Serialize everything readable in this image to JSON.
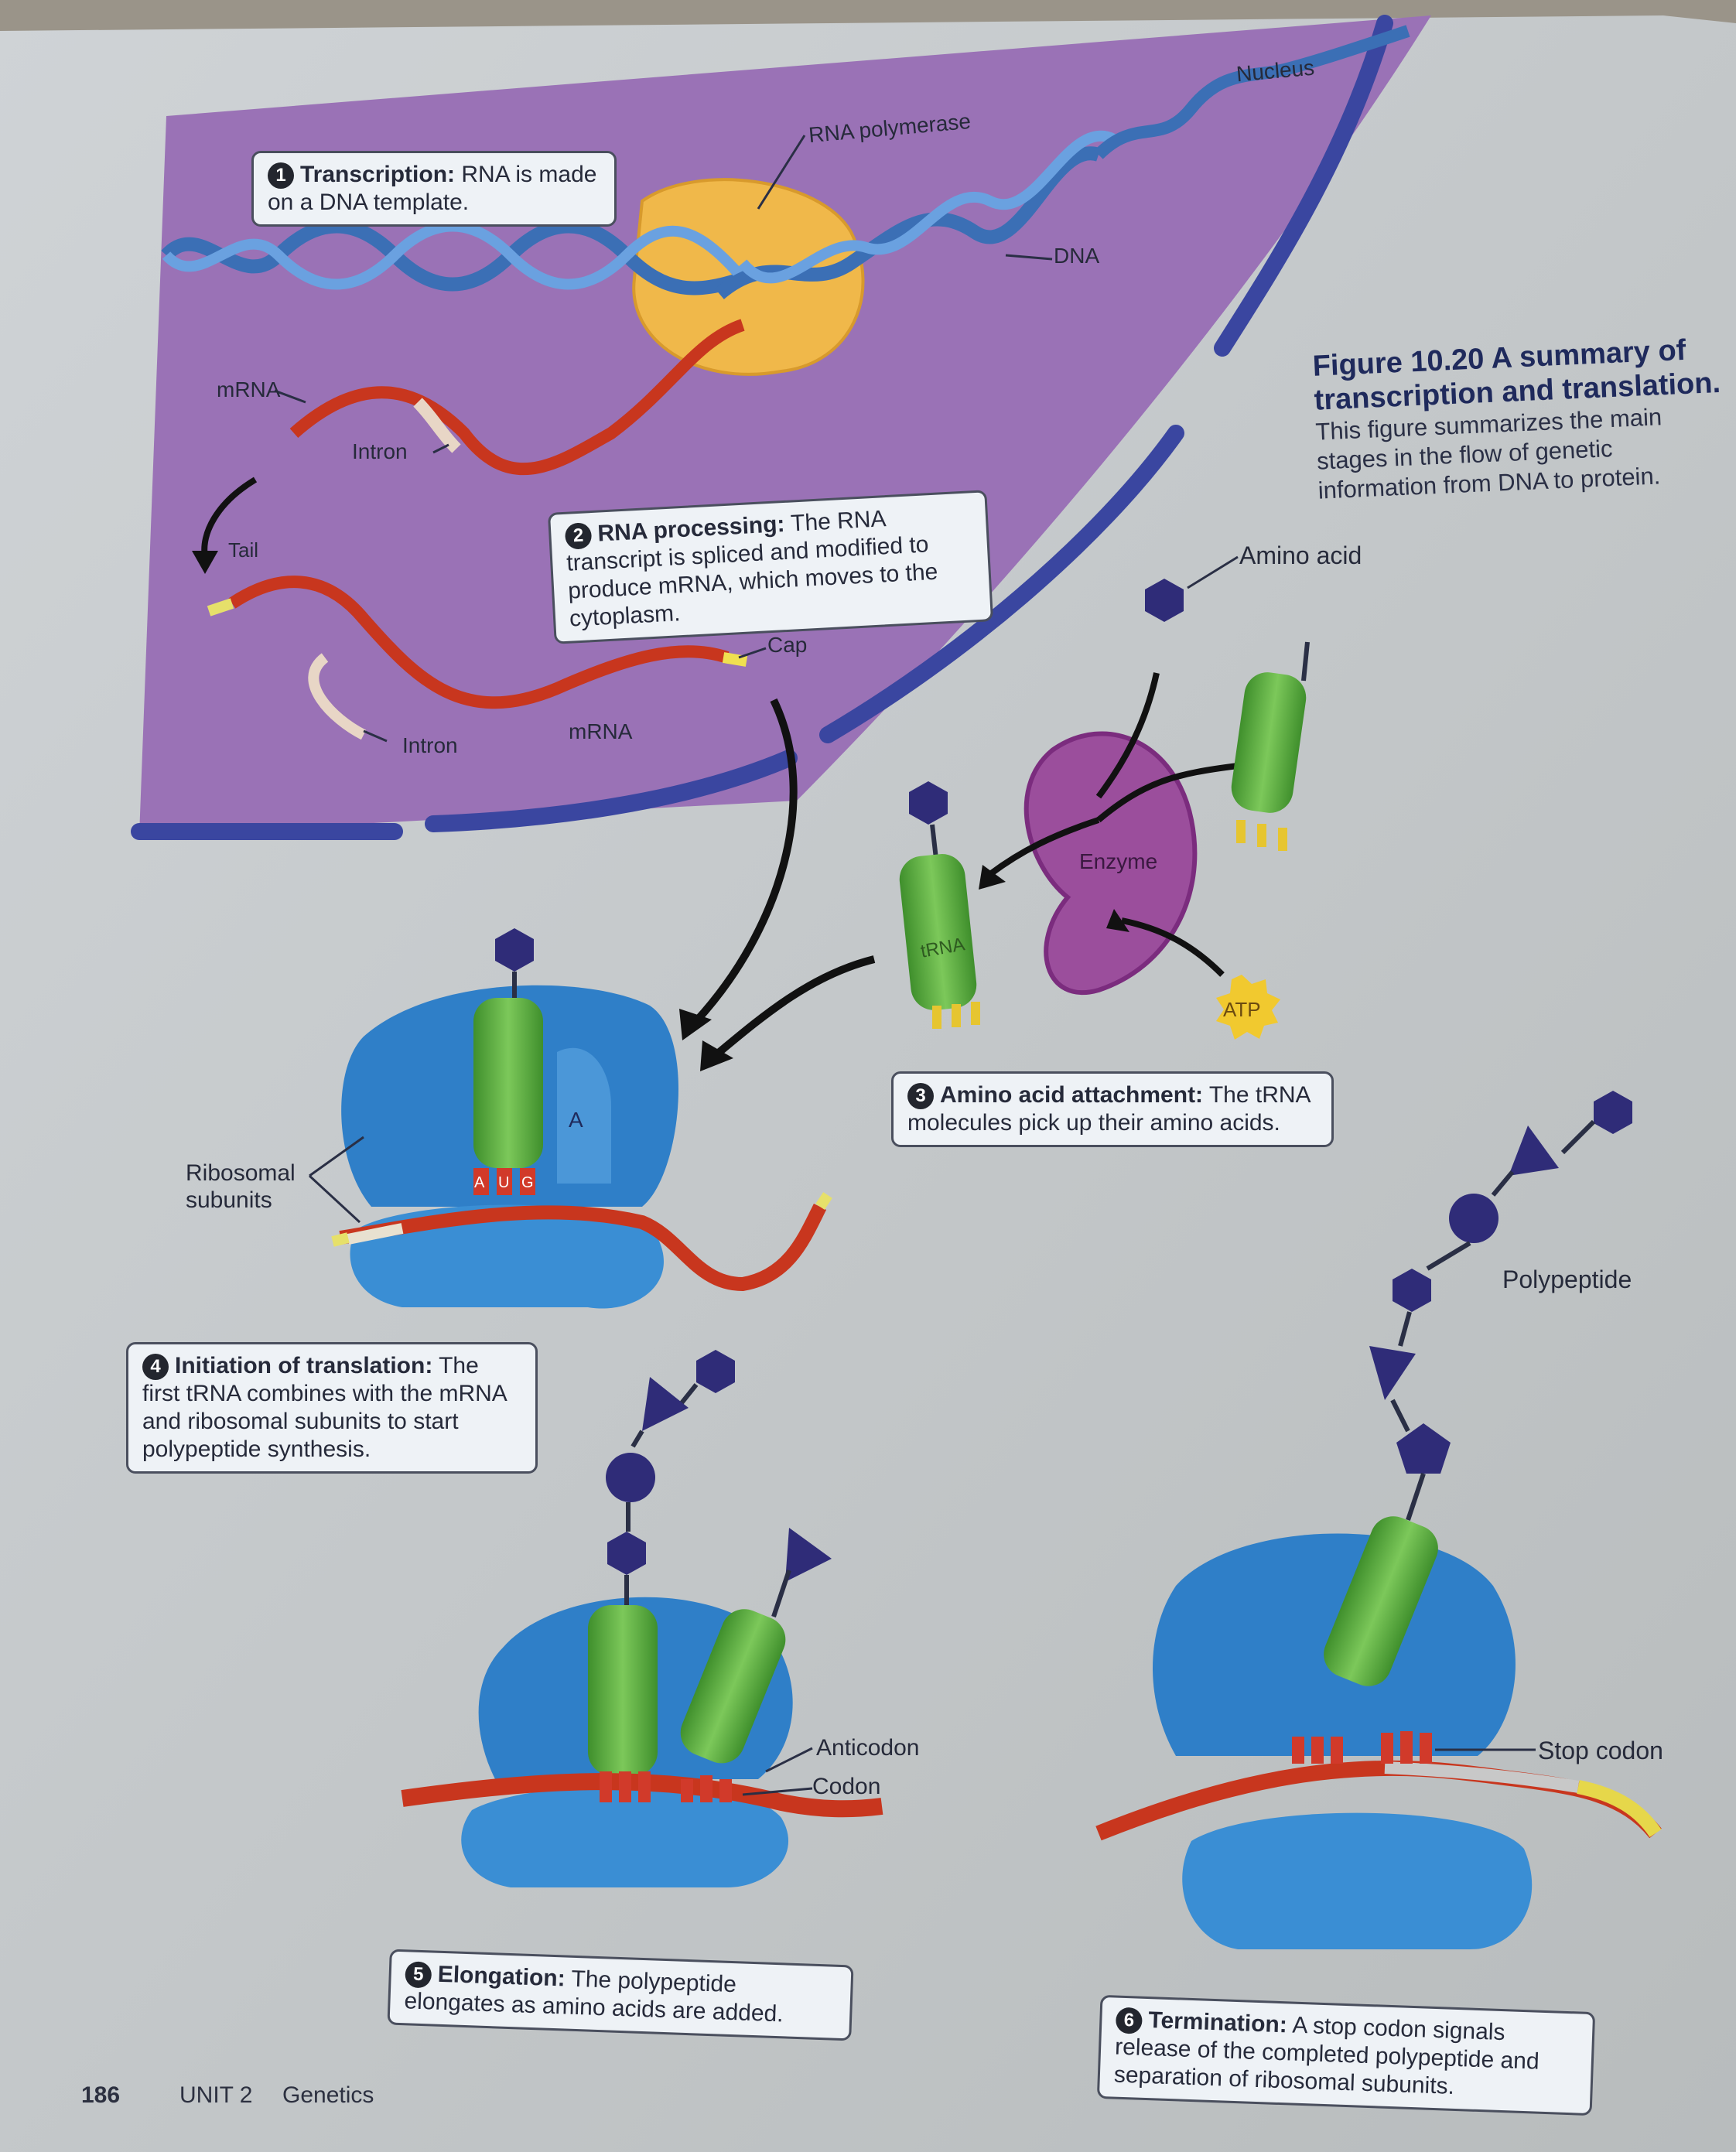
{
  "nucleus_label": "Nucleus",
  "step1": {
    "number": "1",
    "title": "Transcription:",
    "text": "RNA is made on a DNA template."
  },
  "rna_polymerase_label": "RNA polymerase",
  "dna_label": "DNA",
  "mrna_label_top": "mRNA",
  "intron_label_top": "Intron",
  "tail_label": "Tail",
  "step2": {
    "number": "2",
    "title": "RNA processing:",
    "text": "The RNA transcript is spliced and modified to produce mRNA, which moves to the cytoplasm."
  },
  "cap_label": "Cap",
  "intron_label_bottom": "Intron",
  "mrna_label_bottom": "mRNA",
  "figure": {
    "number": "Figure 10.20",
    "title": "A summary of transcription and translation.",
    "description": "This figure summarizes the main stages in the flow of genetic information from DNA to protein."
  },
  "amino_acid_label": "Amino acid",
  "enzyme_label": "Enzyme",
  "trna_label": "tRNA",
  "atp_label": "ATP",
  "step3": {
    "number": "3",
    "title": "Amino acid attachment:",
    "text": "The tRNA molecules pick up their amino acids."
  },
  "site_a_label": "A",
  "codon_letters": [
    "A",
    "U",
    "G"
  ],
  "ribosomal_label_1": "Ribosomal",
  "ribosomal_label_2": "subunits",
  "step4": {
    "number": "4",
    "title": "Initiation of translation:",
    "text": "The first tRNA combines with the mRNA and ribosomal subunits to start polypeptide synthesis."
  },
  "polypeptide_label": "Polypeptide",
  "anticodon_label": "Anticodon",
  "codon_label": "Codon",
  "stop_codon_label": "Stop codon",
  "step5": {
    "number": "5",
    "title": "Elongation:",
    "text": "The polypeptide elongates as amino acids are added."
  },
  "step6": {
    "number": "6",
    "title": "Termination:",
    "text": "A stop codon signals release of the completed polypeptide and separation of ribosomal subunits."
  },
  "footer": {
    "page": "186",
    "unit": "UNIT 2",
    "section": "Genetics"
  },
  "colors": {
    "nucleus": "#9a72b6",
    "envelope": "#3a46a0",
    "ribosome": "#2f7fc8",
    "trna": "#5fae44",
    "mrna": "#c8361e",
    "amino_acid": "#2f2c78",
    "enzyme": "#9b4e9c",
    "polymerase": "#f0b84a",
    "atp": "#f1c92f"
  }
}
